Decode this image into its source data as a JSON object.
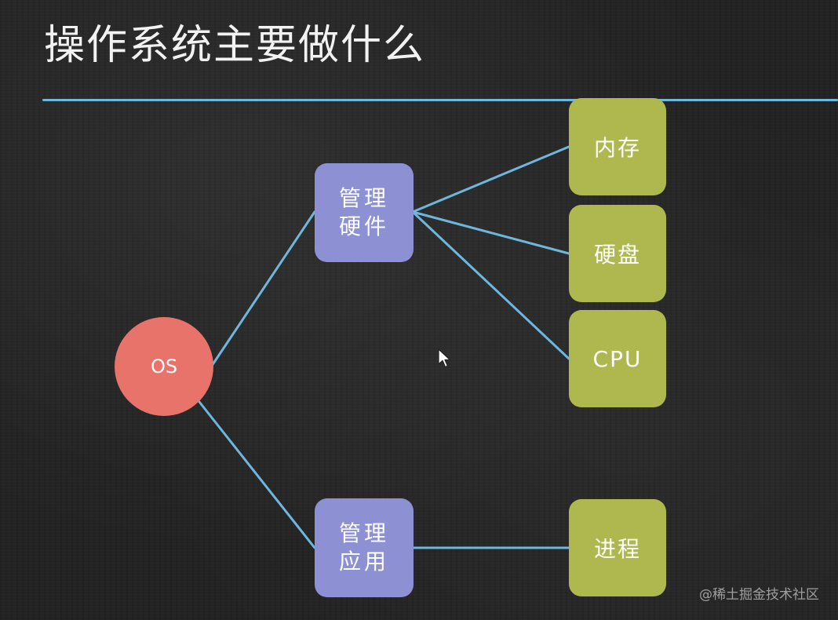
{
  "title": "操作系统主要做什么",
  "accent_line_color": "#6fb6dd",
  "colors": {
    "root": "#e8736a",
    "manage_nodes": "#8d91d4",
    "leaf_nodes": "#afb84f",
    "connector": "#6fb6dd"
  },
  "diagram": {
    "root": {
      "label": "OS"
    },
    "branches": [
      {
        "label": "管理硬件",
        "children": [
          "内存",
          "硬盘",
          "CPU"
        ]
      },
      {
        "label": "管理应用",
        "children": [
          "进程"
        ]
      }
    ]
  },
  "watermark": "@稀土掘金技术社区"
}
